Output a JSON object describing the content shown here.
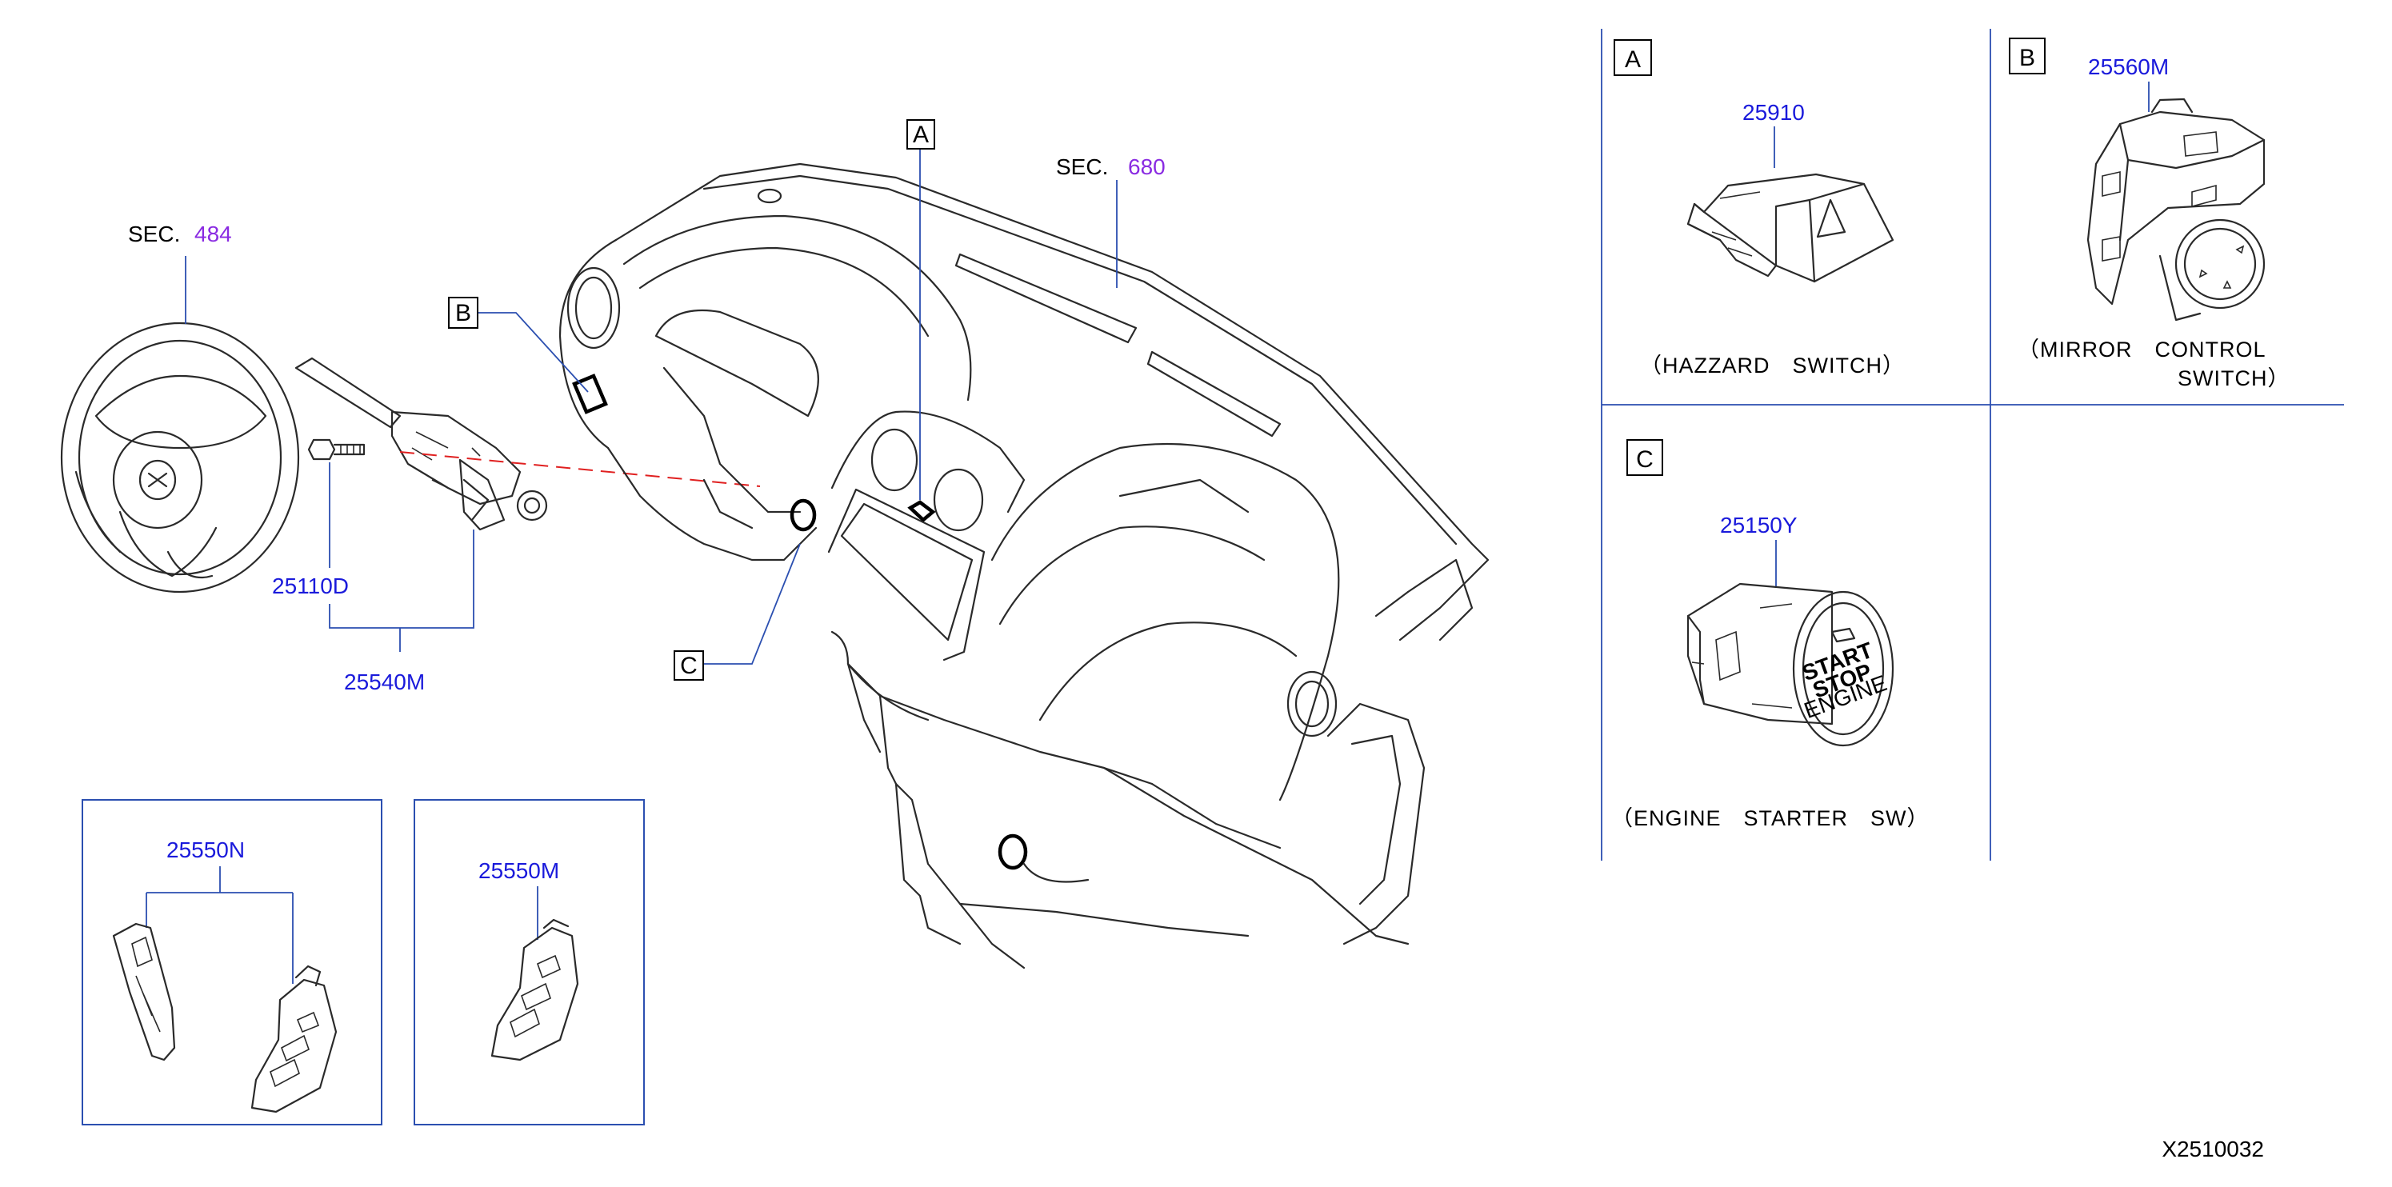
{
  "labels": {
    "sec_word": "SEC.",
    "sec_484": "484",
    "sec_680": "680",
    "p25110D": "25110D",
    "p25540M": "25540M",
    "p25550N": "25550N",
    "p25550M": "25550M",
    "p25910": "25910",
    "p25560M": "25560M",
    "p25150Y": "25150Y",
    "drawing_id": "X2510032"
  },
  "callouts": {
    "a": "A",
    "b": "B",
    "c": "C"
  },
  "captions": {
    "hazard": "（HAZZARD　SWITCH）",
    "mirror_line1": "（MIRROR　CONTROL",
    "mirror_line2": "SWITCH）",
    "engine": "（ENGINE　STARTER　SW）"
  },
  "button_text": {
    "start": "START",
    "stop": "STOP",
    "engine": "ENGINE"
  },
  "colors": {
    "part_number": "#1a1adb",
    "section_number": "#8a2be2",
    "leader": "#2b4fb0",
    "dash_line": "#e02020"
  }
}
